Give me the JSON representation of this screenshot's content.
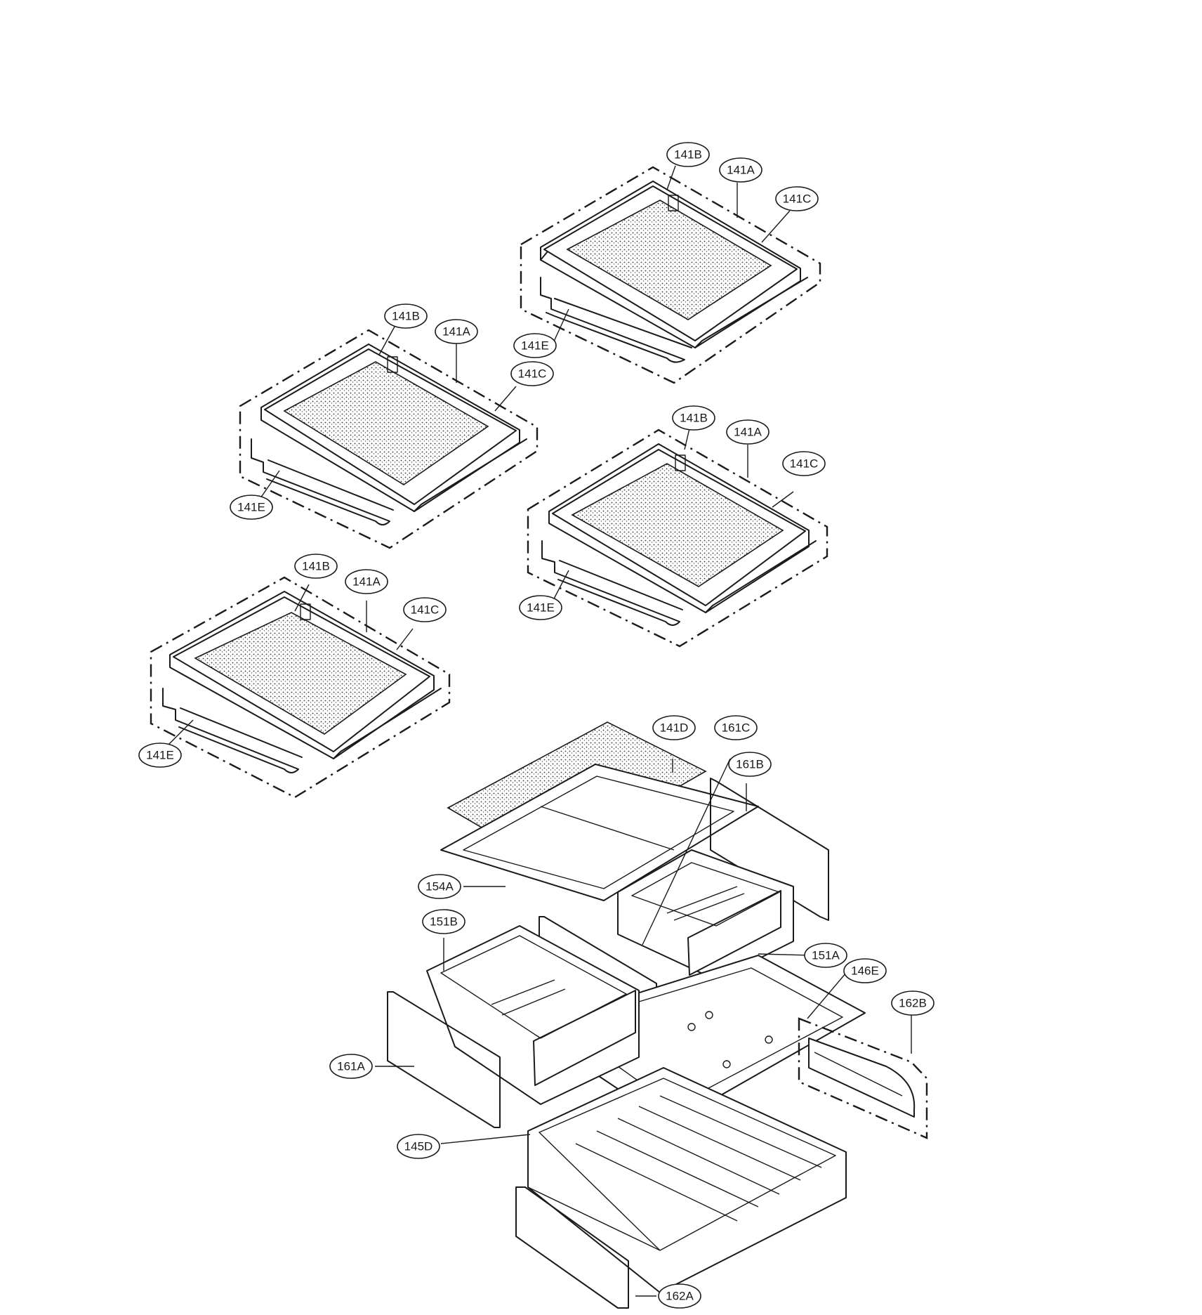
{
  "diagram": {
    "callouts": {
      "s1_141B": "141B",
      "s1_141A": "141A",
      "s1_141C": "141C",
      "s1_141E": "141E",
      "s2_141B": "141B",
      "s2_141A": "141A",
      "s2_141C": "141C",
      "s2_141E": "141E",
      "s3_141B": "141B",
      "s3_141A": "141A",
      "s3_141C": "141C",
      "s3_141E": "141E",
      "s4_141B": "141B",
      "s4_141A": "141A",
      "s4_141C": "141C",
      "s4_141E": "141E",
      "p_141D": "141D",
      "p_161C": "161C",
      "p_161B": "161B",
      "p_154A": "154A",
      "p_151B": "151B",
      "p_151A": "151A",
      "p_146E": "146E",
      "p_162B": "162B",
      "p_161A": "161A",
      "p_145D": "145D",
      "p_162A": "162A"
    }
  }
}
